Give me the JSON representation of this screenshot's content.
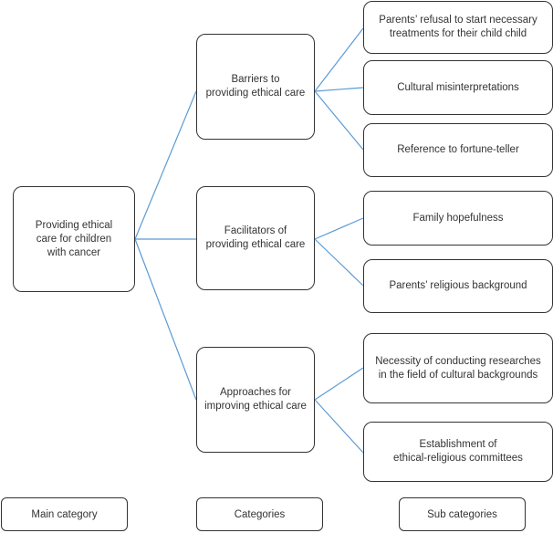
{
  "colors": {
    "connector": "#5b9bd5",
    "border": "#333333",
    "text": "#333333"
  },
  "main": {
    "label": "Providing ethical\ncare for children\nwith cancer"
  },
  "categories": [
    {
      "label": "Barriers to\nproviding ethical care"
    },
    {
      "label": "Facilitators of\nproviding ethical care"
    },
    {
      "label": "Approaches for\nimproving ethical care"
    }
  ],
  "subcategories": [
    {
      "label": "Parents’ refusal to start necessary\ntreatments for their child child"
    },
    {
      "label": "Cultural misinterpretations"
    },
    {
      "label": "Reference to fortune-teller"
    },
    {
      "label": "Family hopefulness"
    },
    {
      "label": "Parents’ religious background"
    },
    {
      "label": "Necessity of conducting researches\nin the field of cultural backgrounds"
    },
    {
      "label": "Establishment of\nethical-religious committees"
    }
  ],
  "legend": {
    "main_category": "Main category",
    "categories": "Categories",
    "sub_categories": "Sub categories"
  }
}
